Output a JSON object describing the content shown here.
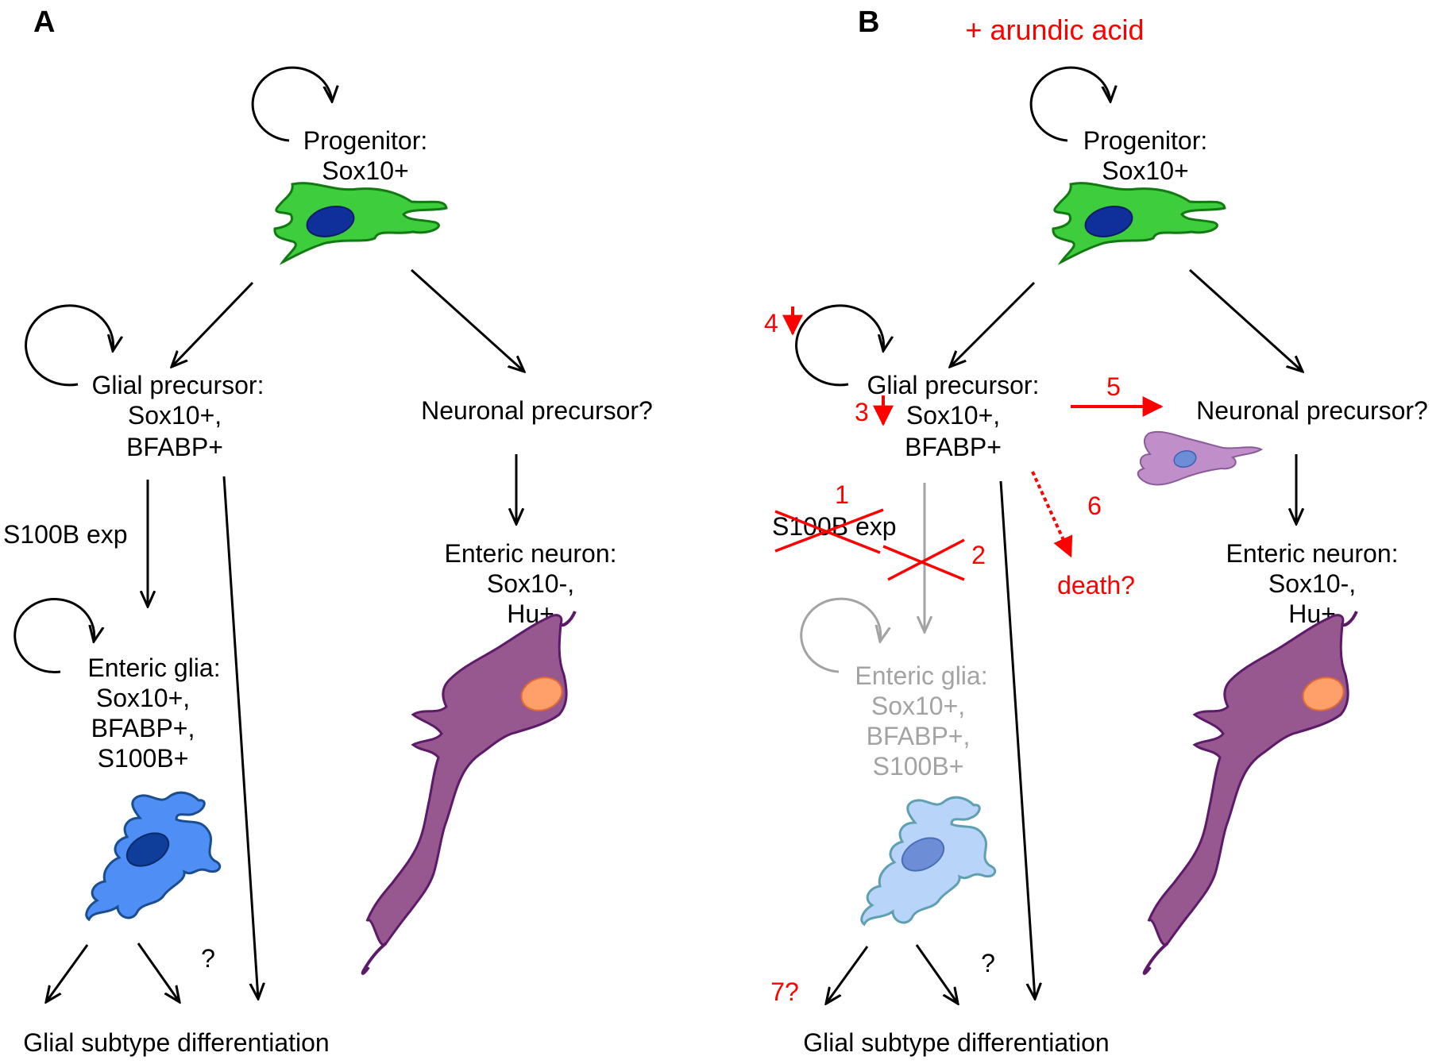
{
  "colors": {
    "text": "#000000",
    "red": "#ff0000",
    "gray": "#a3a3a3",
    "progenitor_fill": "#3dcd3d",
    "progenitor_nucleus": "#0f2f9a",
    "neuron_fill": "#96588f",
    "neuron_nucleus": "#ff9f6a",
    "glia_fill": "#4f8ff5",
    "glia_nucleus": "#0f3e9a",
    "glia_faded_fill": "#b9d4f9",
    "glia_faded_nucleus": "#6d8ed6",
    "neuron_precursor_fill": "#c08fca"
  },
  "panel_a": {
    "letter": "A",
    "progenitor": [
      "Progenitor:",
      "Sox10+"
    ],
    "glial_precursor": [
      "Glial precursor:",
      "Sox10+,",
      "BFABP+"
    ],
    "neuronal_precursor": "Neuronal precursor?",
    "s100b_label": "S100B exp",
    "enteric_glia": [
      "Enteric glia:",
      "Sox10+,",
      "BFABP+,",
      "S100B+"
    ],
    "enteric_neuron": [
      "Enteric neuron:",
      "Sox10-,",
      "Hu+"
    ],
    "question": "?",
    "glial_subtype": "Glial subtype differentiation"
  },
  "panel_b": {
    "letter": "B",
    "treatment": "+ arundic acid",
    "progenitor": [
      "Progenitor:",
      "Sox10+"
    ],
    "glial_precursor": [
      "Glial precursor:",
      "Sox10+,",
      "BFABP+"
    ],
    "neuronal_precursor": "Neuronal precursor?",
    "s100b_label": "S100B exp",
    "enteric_glia": [
      "Enteric glia:",
      "Sox10+,",
      "BFABP+,",
      "S100B+"
    ],
    "enteric_neuron": [
      "Enteric neuron:",
      "Sox10-,",
      "Hu+"
    ],
    "question": "?",
    "glial_subtype": "Glial subtype differentiation",
    "death": "death?",
    "markers": {
      "m1": "1",
      "m2": "2",
      "m3": "3",
      "m4": "4",
      "m5": "5",
      "m6": "6",
      "m7": "7?"
    }
  }
}
